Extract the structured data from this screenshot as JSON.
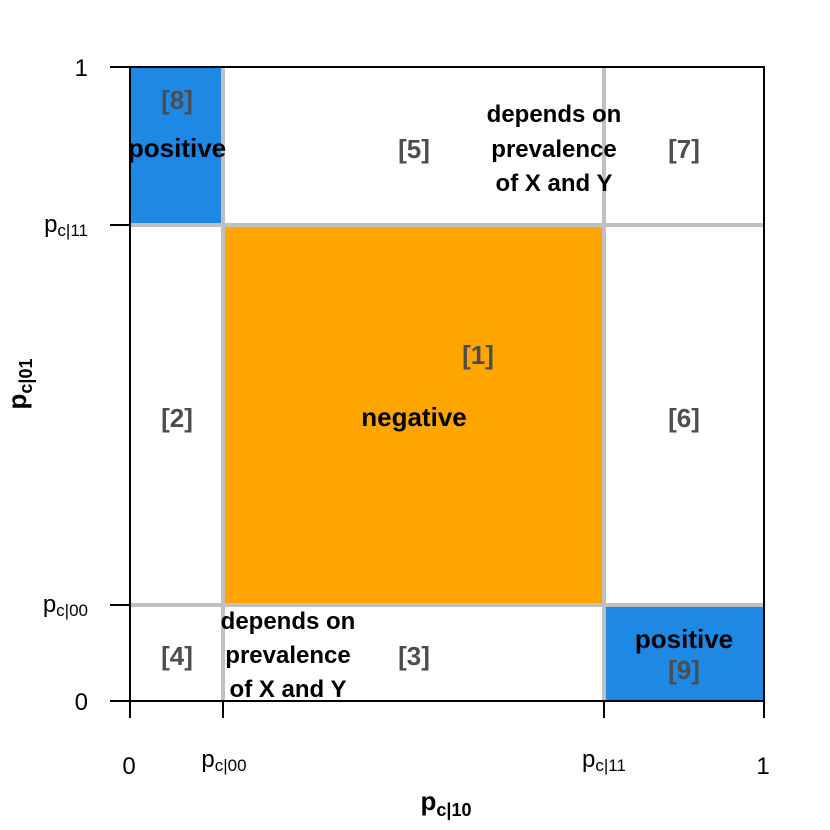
{
  "colors": {
    "negative": "#FFA500",
    "positive": "#1E88E5",
    "gridline": "#C0C0C0",
    "axis": "#000000",
    "region_number": "#4D4D4D"
  },
  "axes": {
    "x_title": {
      "base": "p",
      "sub": "c|10"
    },
    "y_title": {
      "base": "p",
      "sub": "c|01"
    },
    "x_ticks": [
      {
        "plain": "0"
      },
      {
        "base": "p",
        "sub": "c|00"
      },
      {
        "base": "p",
        "sub": "c|11"
      },
      {
        "plain": "1"
      }
    ],
    "y_ticks": [
      {
        "plain": "0"
      },
      {
        "base": "p",
        "sub": "c|00"
      },
      {
        "base": "p",
        "sub": "c|11"
      },
      {
        "plain": "1"
      }
    ]
  },
  "regions": [
    {
      "id": "[1]",
      "sign": "negative"
    },
    {
      "id": "[2]"
    },
    {
      "id": "[3]"
    },
    {
      "id": "[4]"
    },
    {
      "id": "[5]"
    },
    {
      "id": "[6]"
    },
    {
      "id": "[7]"
    },
    {
      "id": "[8]",
      "sign": "positive"
    },
    {
      "id": "[9]",
      "sign": "positive"
    }
  ],
  "labels": {
    "negative": "negative",
    "positive_top_left": "positive",
    "positive_bottom_right": "positive",
    "depends_top": [
      "depends on",
      "prevalence",
      "of X and Y"
    ],
    "depends_bottom": [
      "depends on",
      "prevalence",
      "of X and Y"
    ]
  }
}
